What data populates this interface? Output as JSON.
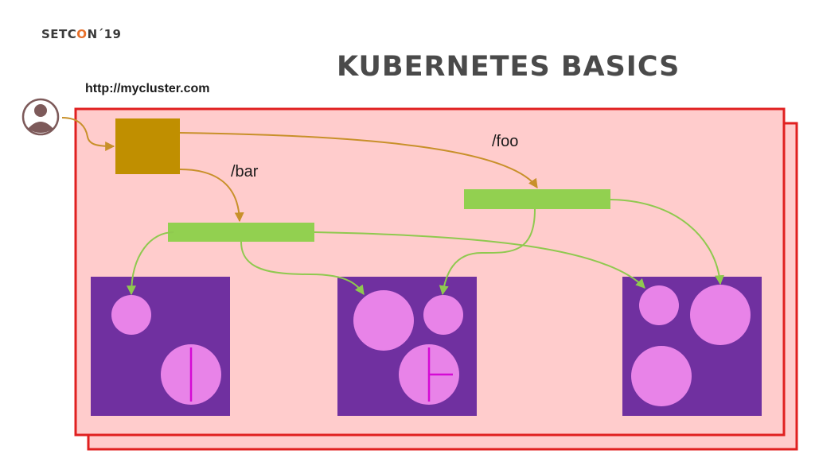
{
  "logo": {
    "part1": "SETC",
    "part2": "O",
    "part3": "N",
    "part4": "19"
  },
  "title": "KUBERNETES BASICS",
  "ingress": {
    "host": "http://mycluster.com",
    "routes": [
      "/foo",
      "/bar"
    ]
  },
  "colors": {
    "cluster_fill": "#ffcccc",
    "cluster_border": "#e02020",
    "ingress_controller": "#c08f00",
    "service_bar": "#92d050",
    "node_fill": "#7030a0",
    "pod_fill": "#e883e8",
    "accent_line": "#d40ad4",
    "orange_arrow": "#c8902a",
    "green_arrow": "#8fc94f",
    "user_icon": "#7d5a5a"
  },
  "icons": [
    "user-icon"
  ]
}
